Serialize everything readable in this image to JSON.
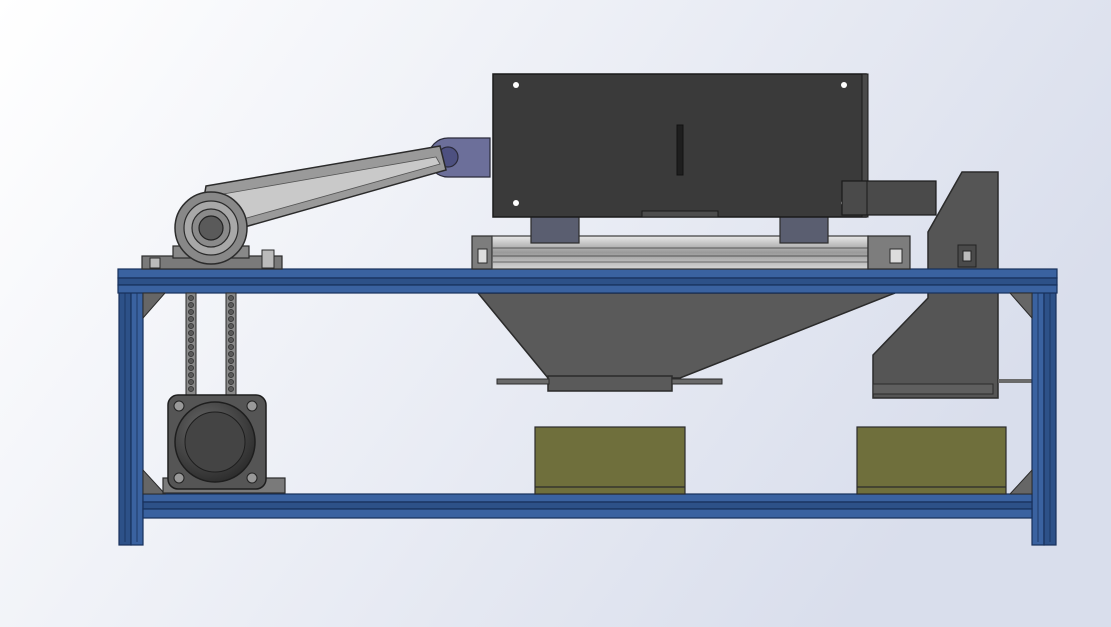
{
  "scene": {
    "background_light": "#ffffff",
    "background_dark": "#d9deec"
  },
  "colors": {
    "frame_blue": "#2d5188",
    "frame_blue_light": "#4d78b6",
    "frame_blue_dark": "#17305b",
    "housing_dark": "#3a3a3a",
    "metal_gray": "#8d8d8d",
    "metal_light": "#c9c9c9",
    "hopper_gray": "#5a5a5a",
    "bracket_gray": "#555555",
    "crank_purple": "#6c6f9a",
    "bin_olive": "#6f6f3c",
    "motor_dark": "#3b3b3b"
  },
  "components": [
    "machine-frame",
    "vibrating-screen-housing",
    "crank-arm",
    "pillow-block-bearing",
    "drive-belt",
    "drive-motor",
    "linear-guide-rail",
    "hopper",
    "side-bracket",
    "collection-bin-left",
    "collection-bin-right"
  ]
}
